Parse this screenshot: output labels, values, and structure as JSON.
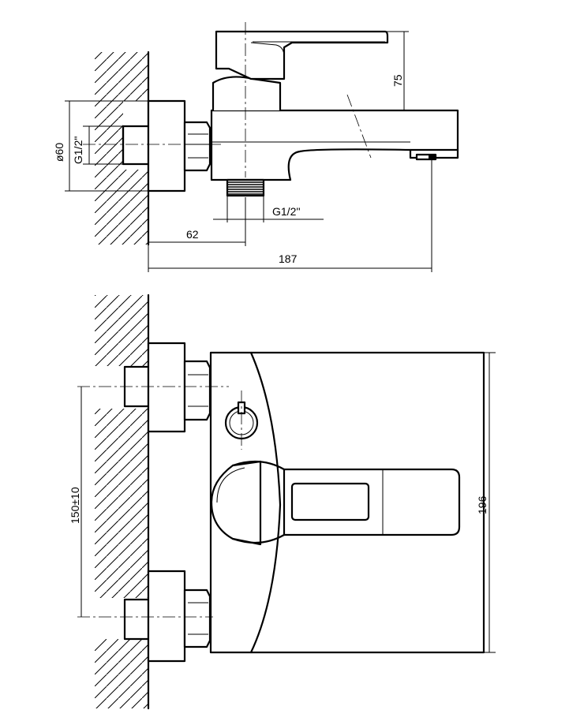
{
  "dimensions": {
    "side_view": {
      "handle_height": "75",
      "wall_diameter": "ø60",
      "wall_thread": "G1/2\"",
      "outlet_thread": "G1/2''",
      "outlet_offset": "62",
      "total_length": "187"
    },
    "front_view": {
      "inlet_spacing": "150±10",
      "body_height": "196"
    }
  }
}
